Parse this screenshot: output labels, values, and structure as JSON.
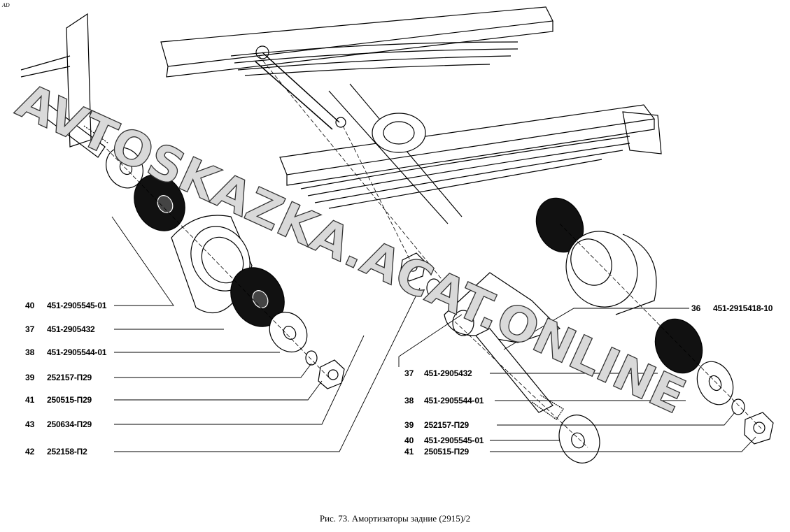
{
  "corner_mark": "AD",
  "caption": "Рис. 73. Амортизаторы задние (2915)/2",
  "watermark": "AVTOSKAZKA.ACAT.ONLINE",
  "left_callouts": [
    {
      "num": "40",
      "code": "451-2905545-01"
    },
    {
      "num": "37",
      "code": "451-2905432"
    },
    {
      "num": "38",
      "code": "451-2905544-01"
    },
    {
      "num": "39",
      "code": "252157-П29"
    },
    {
      "num": "41",
      "code": "250515-П29"
    },
    {
      "num": "43",
      "code": "250634-П29"
    },
    {
      "num": "42",
      "code": "252158-П2"
    }
  ],
  "right_callouts": [
    {
      "num": "36",
      "code": "451-2915418-10"
    },
    {
      "num": "37",
      "code": "451-2905432"
    },
    {
      "num": "38",
      "code": "451-2905544-01"
    },
    {
      "num": "39",
      "code": "252157-П29"
    },
    {
      "num": "40",
      "code": "451-2905545-01"
    },
    {
      "num": "41",
      "code": "250515-П29"
    }
  ]
}
